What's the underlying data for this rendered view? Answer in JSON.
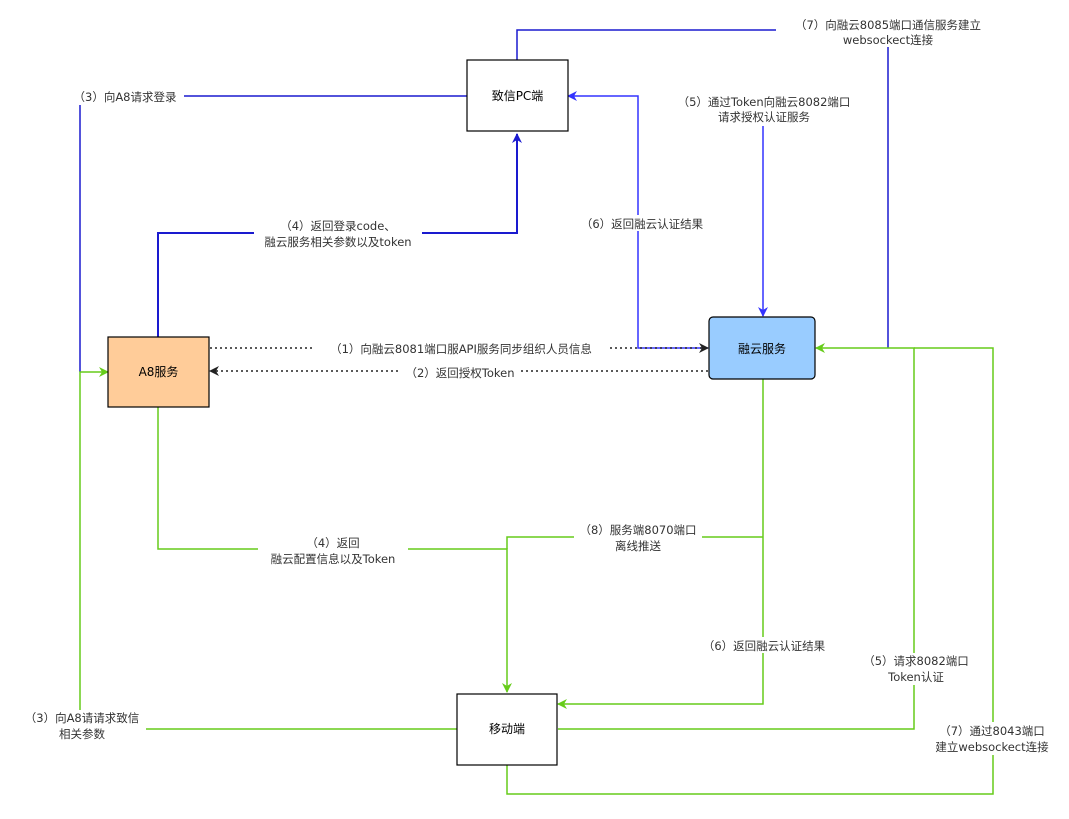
{
  "nodes": {
    "pc": "致信PC端",
    "a8": "A8服务",
    "rongyun": "融云服务",
    "mobile": "移动端"
  },
  "labels": {
    "e7_top_1": "（7）向融云8085端口通信服务建立",
    "e7_top_2": "websockect连接",
    "e3_top": "（3）向A8请求登录",
    "e5_top_1": "（5）通过Token向融云8082端口",
    "e5_top_2": "请求授权认证服务",
    "e4_top_1": "（4）返回登录code、",
    "e4_top_2": "融云服务相关参数以及token",
    "e6_top": "（6）返回融云认证结果",
    "e1": "（1）向融云8081端口服API服务同步组织人员信息",
    "e2": "（2）返回授权Token",
    "e4_bot_1": "（4）返回",
    "e4_bot_2": "融云配置信息以及Token",
    "e8_1": "（8）服务端8070端口",
    "e8_2": "离线推送",
    "e6_bot": "（6）返回融云认证结果",
    "e5_bot_1": "（5）请求8082端口",
    "e5_bot_2": "Token认证",
    "e3_bot_1": "（3）向A8请请求致信",
    "e3_bot_2": "相关参数",
    "e7_bot_1": "（7）通过8043端口",
    "e7_bot_2": "建立websockect连接"
  },
  "colors": {
    "blue": "#1a1acf",
    "blue_bright": "#3333ff",
    "green": "#66cc1a",
    "dotted": "#222222",
    "a8_fill": "#ffcc99",
    "rongyun_fill": "#99ccff"
  }
}
